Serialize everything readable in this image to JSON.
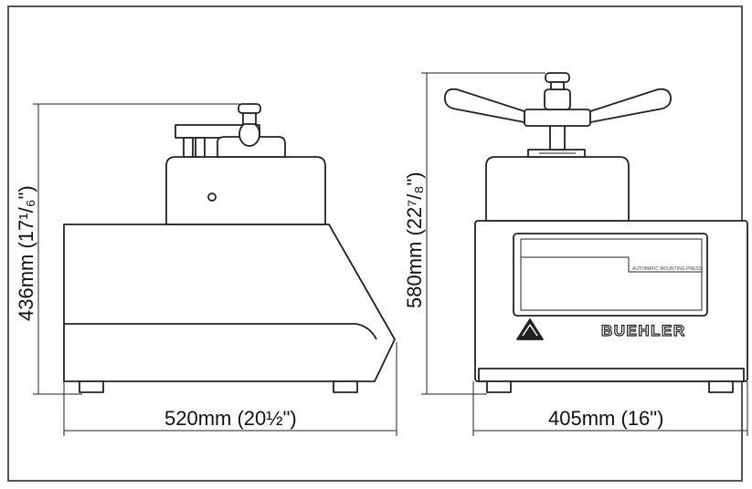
{
  "dimensions": {
    "side_height": "436mm (17¹/₆\")",
    "side_width": "520mm (20½\")",
    "front_height": "580mm (22⁷/₈\")",
    "front_width": "405mm (16\")"
  },
  "brand": "BUEHLER",
  "panel_label": "AUTOMATIC MOUNTING PRESS",
  "colors": {
    "line": "#222222",
    "frame": "#555555",
    "body_fill": "#ffffff"
  }
}
